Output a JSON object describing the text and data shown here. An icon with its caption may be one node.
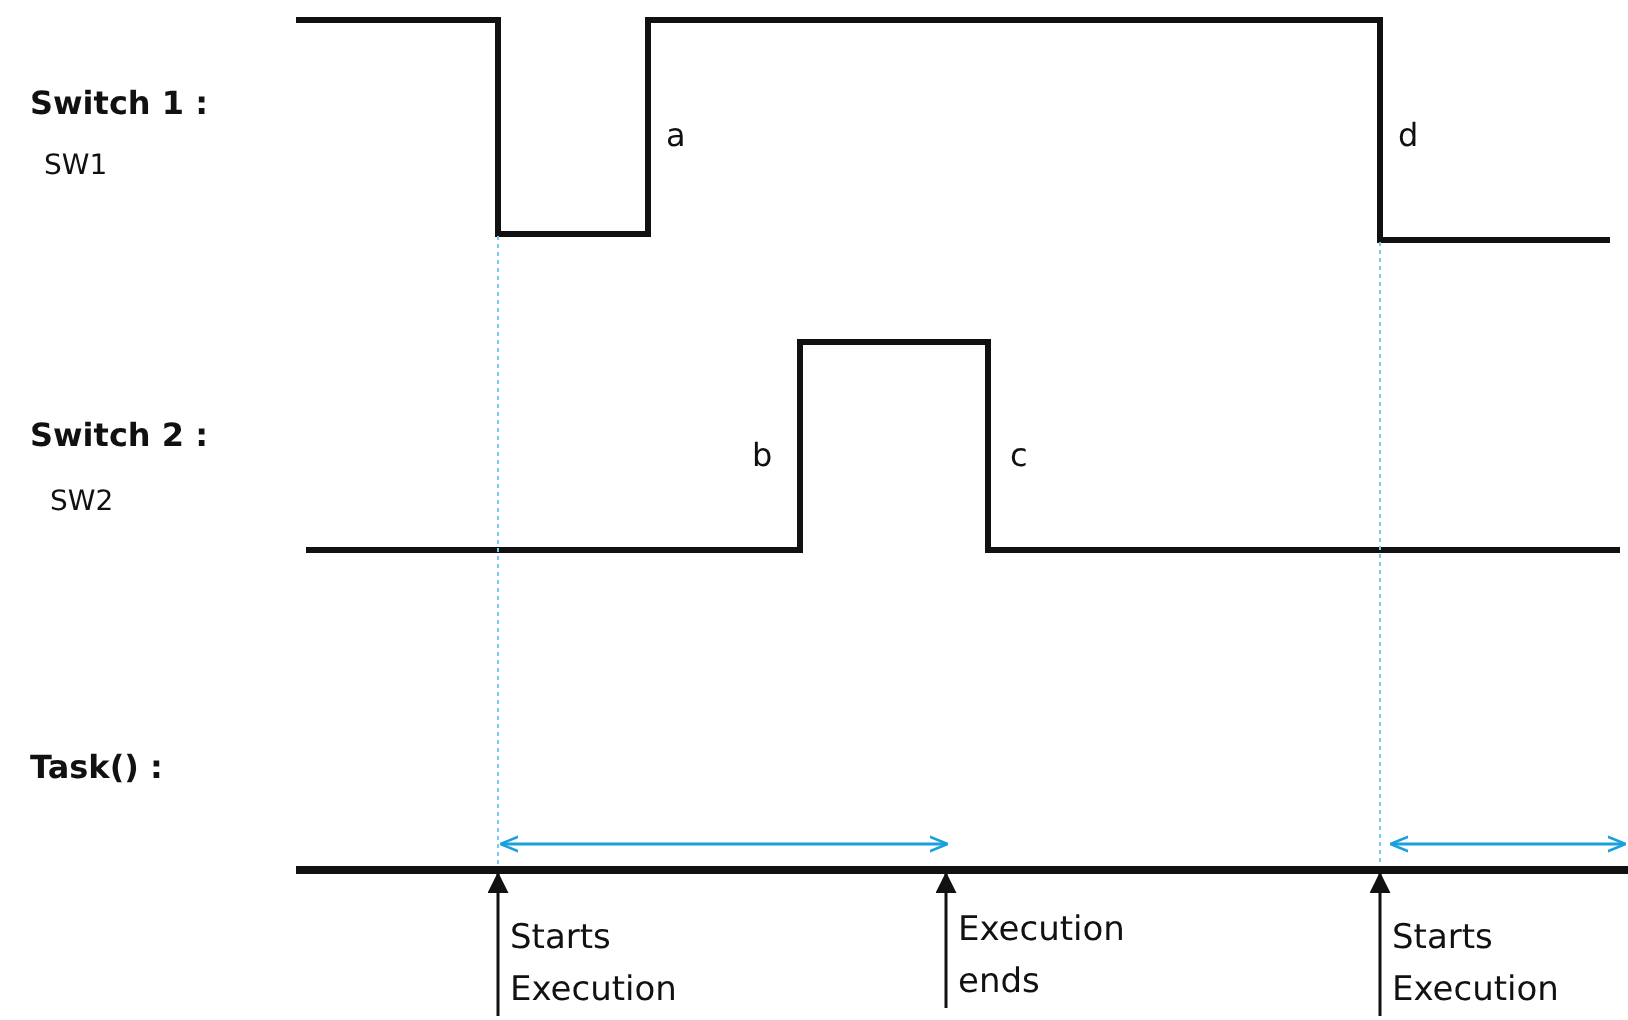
{
  "diagram": {
    "nodes": [
      {
        "text": [],
        "shape": "bar"
      },
      {
        "text": [
          "Starts Execution"
        ]
      },
      {
        "text": [
          "Execution ends"
        ]
      },
      {
        "text": [
          "Starts Execution"
        ]
      }
    ],
    "edges": [
      {
        "from": 1,
        "to": 0,
        "arrow": "to"
      },
      {
        "from": 2,
        "to": 0,
        "arrow": "to"
      },
      {
        "from": 3,
        "to": 0,
        "arrow": "to"
      }
    ],
    "labels": [
      "Switch 1 :",
      "SW1",
      "a",
      "d",
      "Switch 2 :",
      "SW2",
      "b",
      "c",
      "Task() :"
    ]
  }
}
